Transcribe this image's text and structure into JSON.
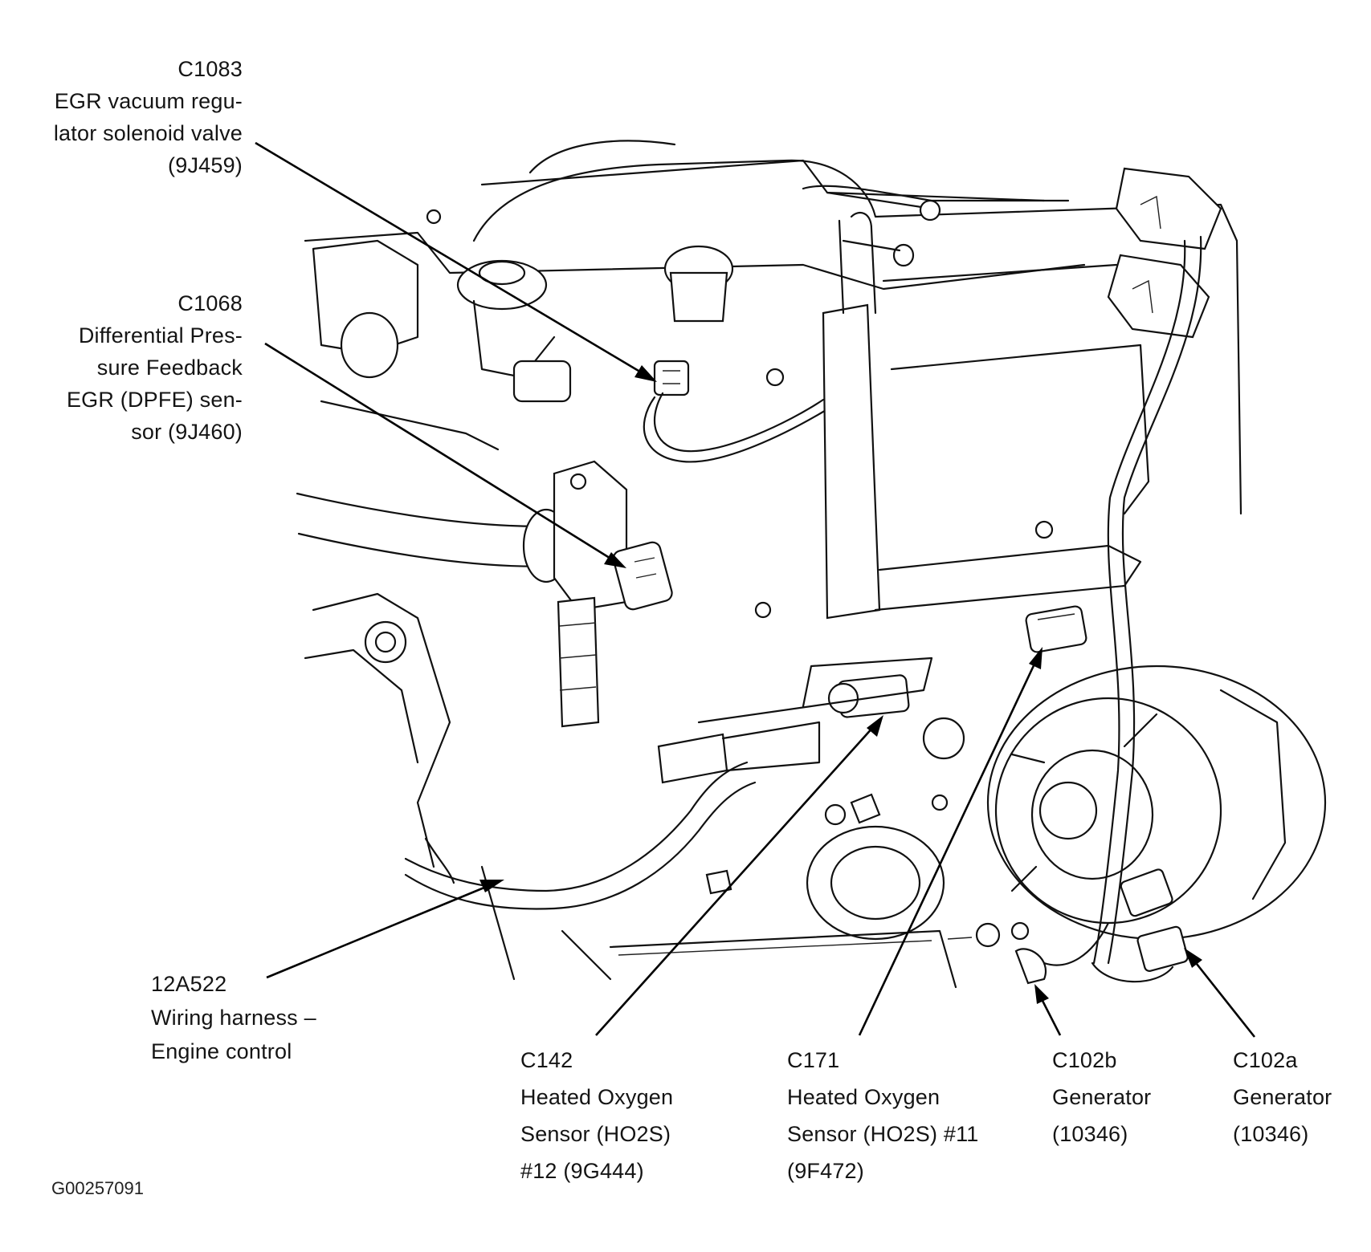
{
  "figure_id": "G00257091",
  "labels": {
    "c1083": [
      "C1083",
      "EGR vacuum regu-",
      "lator solenoid valve",
      "(9J459)"
    ],
    "c1068": [
      "C1068",
      "Differential Pres-",
      "sure Feedback",
      "EGR (DPFE) sen-",
      "sor (9J460)"
    ],
    "harness": [
      "12A522",
      "Wiring harness –",
      "Engine control"
    ],
    "c142": [
      "C142",
      "Heated Oxygen",
      "Sensor (HO2S)",
      "#12 (9G444)"
    ],
    "c171": [
      "C171",
      "Heated Oxygen",
      "Sensor (HO2S) #11",
      "(9F472)"
    ],
    "c102b": [
      "C102b",
      "Generator",
      "(10346)"
    ],
    "c102a": [
      "C102a",
      "Generator",
      "(10346)"
    ]
  }
}
